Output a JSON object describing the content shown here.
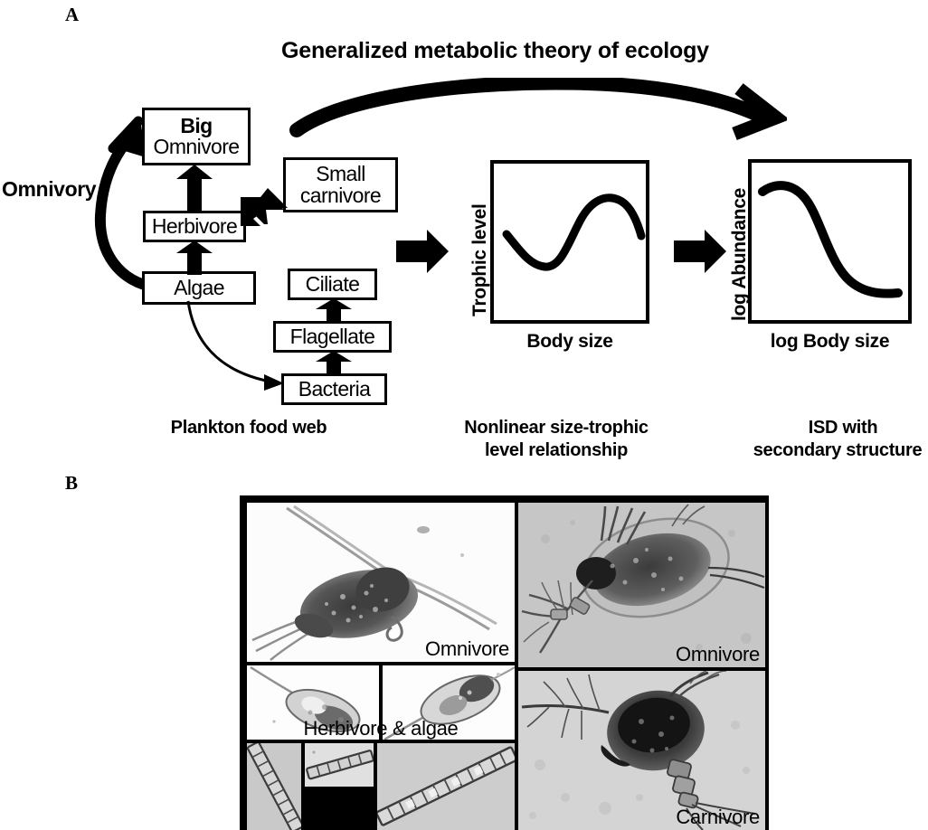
{
  "figure": {
    "panels": [
      {
        "letter": "A"
      },
      {
        "letter": "B"
      }
    ]
  },
  "panel_a": {
    "title": "Generalized metabolic theory of ecology",
    "omnivory_label": "Omnivory",
    "food_web": {
      "caption": "Plankton food web",
      "nodes": [
        {
          "id": "big-omnivore",
          "line1": "Big",
          "line2": "Omnivore"
        },
        {
          "id": "small-carnivore",
          "line1": "Small",
          "line2": "carnivore"
        },
        {
          "id": "herbivore",
          "line1": "Herbivore",
          "line2": ""
        },
        {
          "id": "algae",
          "line1": "Algae",
          "line2": ""
        },
        {
          "id": "ciliate",
          "line1": "Ciliate",
          "line2": ""
        },
        {
          "id": "flagellate",
          "line1": "Flagellate",
          "line2": ""
        },
        {
          "id": "bacteria",
          "line1": "Bacteria",
          "line2": ""
        }
      ],
      "edges": [
        {
          "from": "algae",
          "to": "herbivore",
          "style": "thick"
        },
        {
          "from": "herbivore",
          "to": "big-omnivore",
          "style": "thick"
        },
        {
          "from": "herbivore",
          "to": "small-carnivore",
          "style": "thick"
        },
        {
          "from": "algae",
          "to": "big-omnivore",
          "style": "curved-thick"
        },
        {
          "from": "algae",
          "to": "bacteria",
          "style": "thin-curved"
        },
        {
          "from": "bacteria",
          "to": "flagellate",
          "style": "thick"
        },
        {
          "from": "flagellate",
          "to": "ciliate",
          "style": "thick"
        }
      ]
    },
    "plots": [
      {
        "id": "size-trophic",
        "xlabel": "Body size",
        "ylabel": "Trophic level",
        "caption_line1": "Nonlinear size-trophic",
        "caption_line2": "level relationship"
      },
      {
        "id": "isd",
        "xlabel": "log Body size",
        "ylabel": "log Abundance",
        "caption_line1": "ISD with",
        "caption_line2": "secondary structure"
      }
    ]
  },
  "chart_data": [
    {
      "type": "line",
      "id": "size-trophic",
      "title": "Nonlinear size-trophic level relationship",
      "xlabel": "Body size",
      "ylabel": "Trophic level",
      "grid": false,
      "legend": "none",
      "axis_ticks": false,
      "xlim": [
        0,
        1
      ],
      "ylim": [
        0,
        1
      ],
      "x": [
        0.08,
        0.16,
        0.24,
        0.32,
        0.4,
        0.48,
        0.56,
        0.64,
        0.72,
        0.8,
        0.88,
        0.95
      ],
      "y": [
        0.46,
        0.38,
        0.32,
        0.3,
        0.33,
        0.45,
        0.62,
        0.76,
        0.82,
        0.82,
        0.75,
        0.66
      ],
      "shape_note": "sigmoidal rise after an initial dip, with a gentle decline at the largest sizes"
    },
    {
      "type": "line",
      "id": "isd",
      "title": "ISD with secondary structure",
      "xlabel": "log Body size",
      "ylabel": "log Abundance",
      "grid": false,
      "legend": "none",
      "axis_ticks": false,
      "xlim": [
        0,
        1
      ],
      "ylim": [
        0,
        1
      ],
      "x": [
        0.06,
        0.14,
        0.22,
        0.3,
        0.38,
        0.46,
        0.54,
        0.62,
        0.7,
        0.78,
        0.86,
        0.94
      ],
      "y": [
        0.86,
        0.89,
        0.89,
        0.84,
        0.74,
        0.6,
        0.45,
        0.31,
        0.21,
        0.15,
        0.13,
        0.13
      ],
      "shape_note": "decreasing sigmoid: high plateau, steep mid decline, low plateau"
    }
  ],
  "panel_b": {
    "photos": [
      {
        "id": "omnivore-nauplius",
        "label": "Omnivore",
        "label_position": "bottom-right"
      },
      {
        "id": "herbivore-left",
        "label": "Herbivore & algae",
        "label_position": "bottom-center-span"
      },
      {
        "id": "herbivore-right",
        "label": "",
        "label_position": "none"
      },
      {
        "id": "algae-1",
        "label": "",
        "label_position": "none"
      },
      {
        "id": "algae-2",
        "label": "",
        "label_position": "none"
      },
      {
        "id": "algae-3",
        "label": "",
        "label_position": "none"
      },
      {
        "id": "omnivore-copepod",
        "label": "Omnivore",
        "label_position": "bottom-right"
      },
      {
        "id": "carnivore-copepod",
        "label": "Carnivore",
        "label_position": "bottom-right"
      }
    ]
  },
  "colors": {
    "ink": "#000000",
    "background": "#ffffff",
    "photo_light": "#d8d8d8",
    "photo_mid": "#9a9a9a",
    "photo_dark": "#2b2b2b"
  }
}
